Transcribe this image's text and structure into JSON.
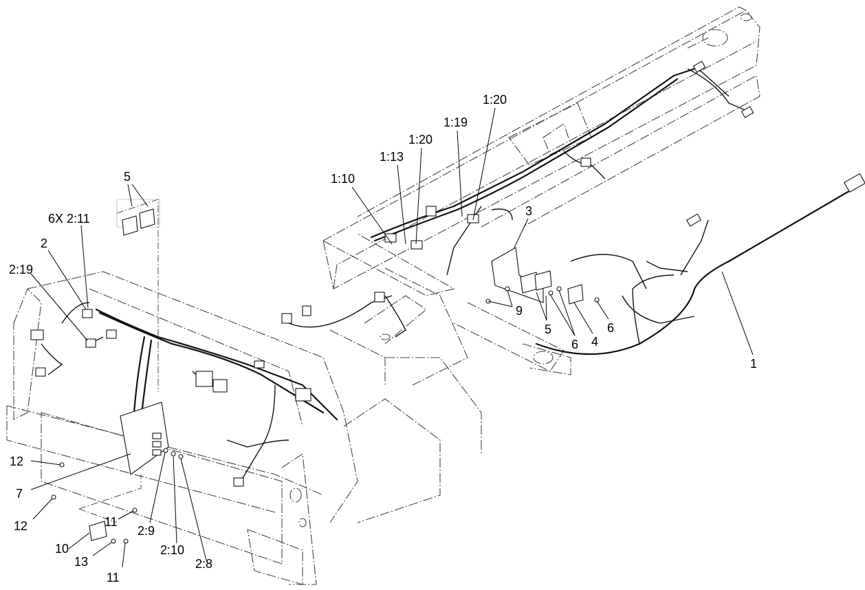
{
  "callouts": [
    {
      "id": "c-1-10",
      "text": "1:10"
    },
    {
      "id": "c-1-13",
      "text": "1:13"
    },
    {
      "id": "c-1-20a",
      "text": "1:20"
    },
    {
      "id": "c-1-19",
      "text": "1:19"
    },
    {
      "id": "c-1-20b",
      "text": "1:20"
    },
    {
      "id": "c-3",
      "text": "3"
    },
    {
      "id": "c-5-top",
      "text": "5"
    },
    {
      "id": "c-6x-2-11",
      "text": "6X 2:11"
    },
    {
      "id": "c-2",
      "text": "2"
    },
    {
      "id": "c-2-19",
      "text": "2:19"
    },
    {
      "id": "c-9",
      "text": "9"
    },
    {
      "id": "c-5-right",
      "text": "5"
    },
    {
      "id": "c-6a",
      "text": "6"
    },
    {
      "id": "c-4",
      "text": "4"
    },
    {
      "id": "c-6b",
      "text": "6"
    },
    {
      "id": "c-1",
      "text": "1"
    },
    {
      "id": "c-12a",
      "text": "12"
    },
    {
      "id": "c-7",
      "text": "7"
    },
    {
      "id": "c-12b",
      "text": "12"
    },
    {
      "id": "c-11a",
      "text": "11"
    },
    {
      "id": "c-2-9",
      "text": "2:9"
    },
    {
      "id": "c-10",
      "text": "10"
    },
    {
      "id": "c-2-10",
      "text": "2:10"
    },
    {
      "id": "c-13",
      "text": "13"
    },
    {
      "id": "c-11b",
      "text": "11"
    },
    {
      "id": "c-2-8",
      "text": "2:8"
    }
  ]
}
